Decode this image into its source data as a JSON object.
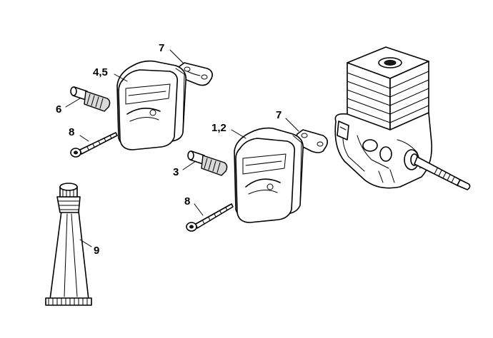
{
  "callouts": {
    "gasket_top": "7",
    "muffler_top": "4,5",
    "spark_arrestor_top": "6",
    "screw_top": "8",
    "gasket_middle": "7",
    "muffler_middle": "1,2",
    "spark_arrestor_middle": "3",
    "screw_bottom": "8",
    "grease_tube": "9"
  }
}
